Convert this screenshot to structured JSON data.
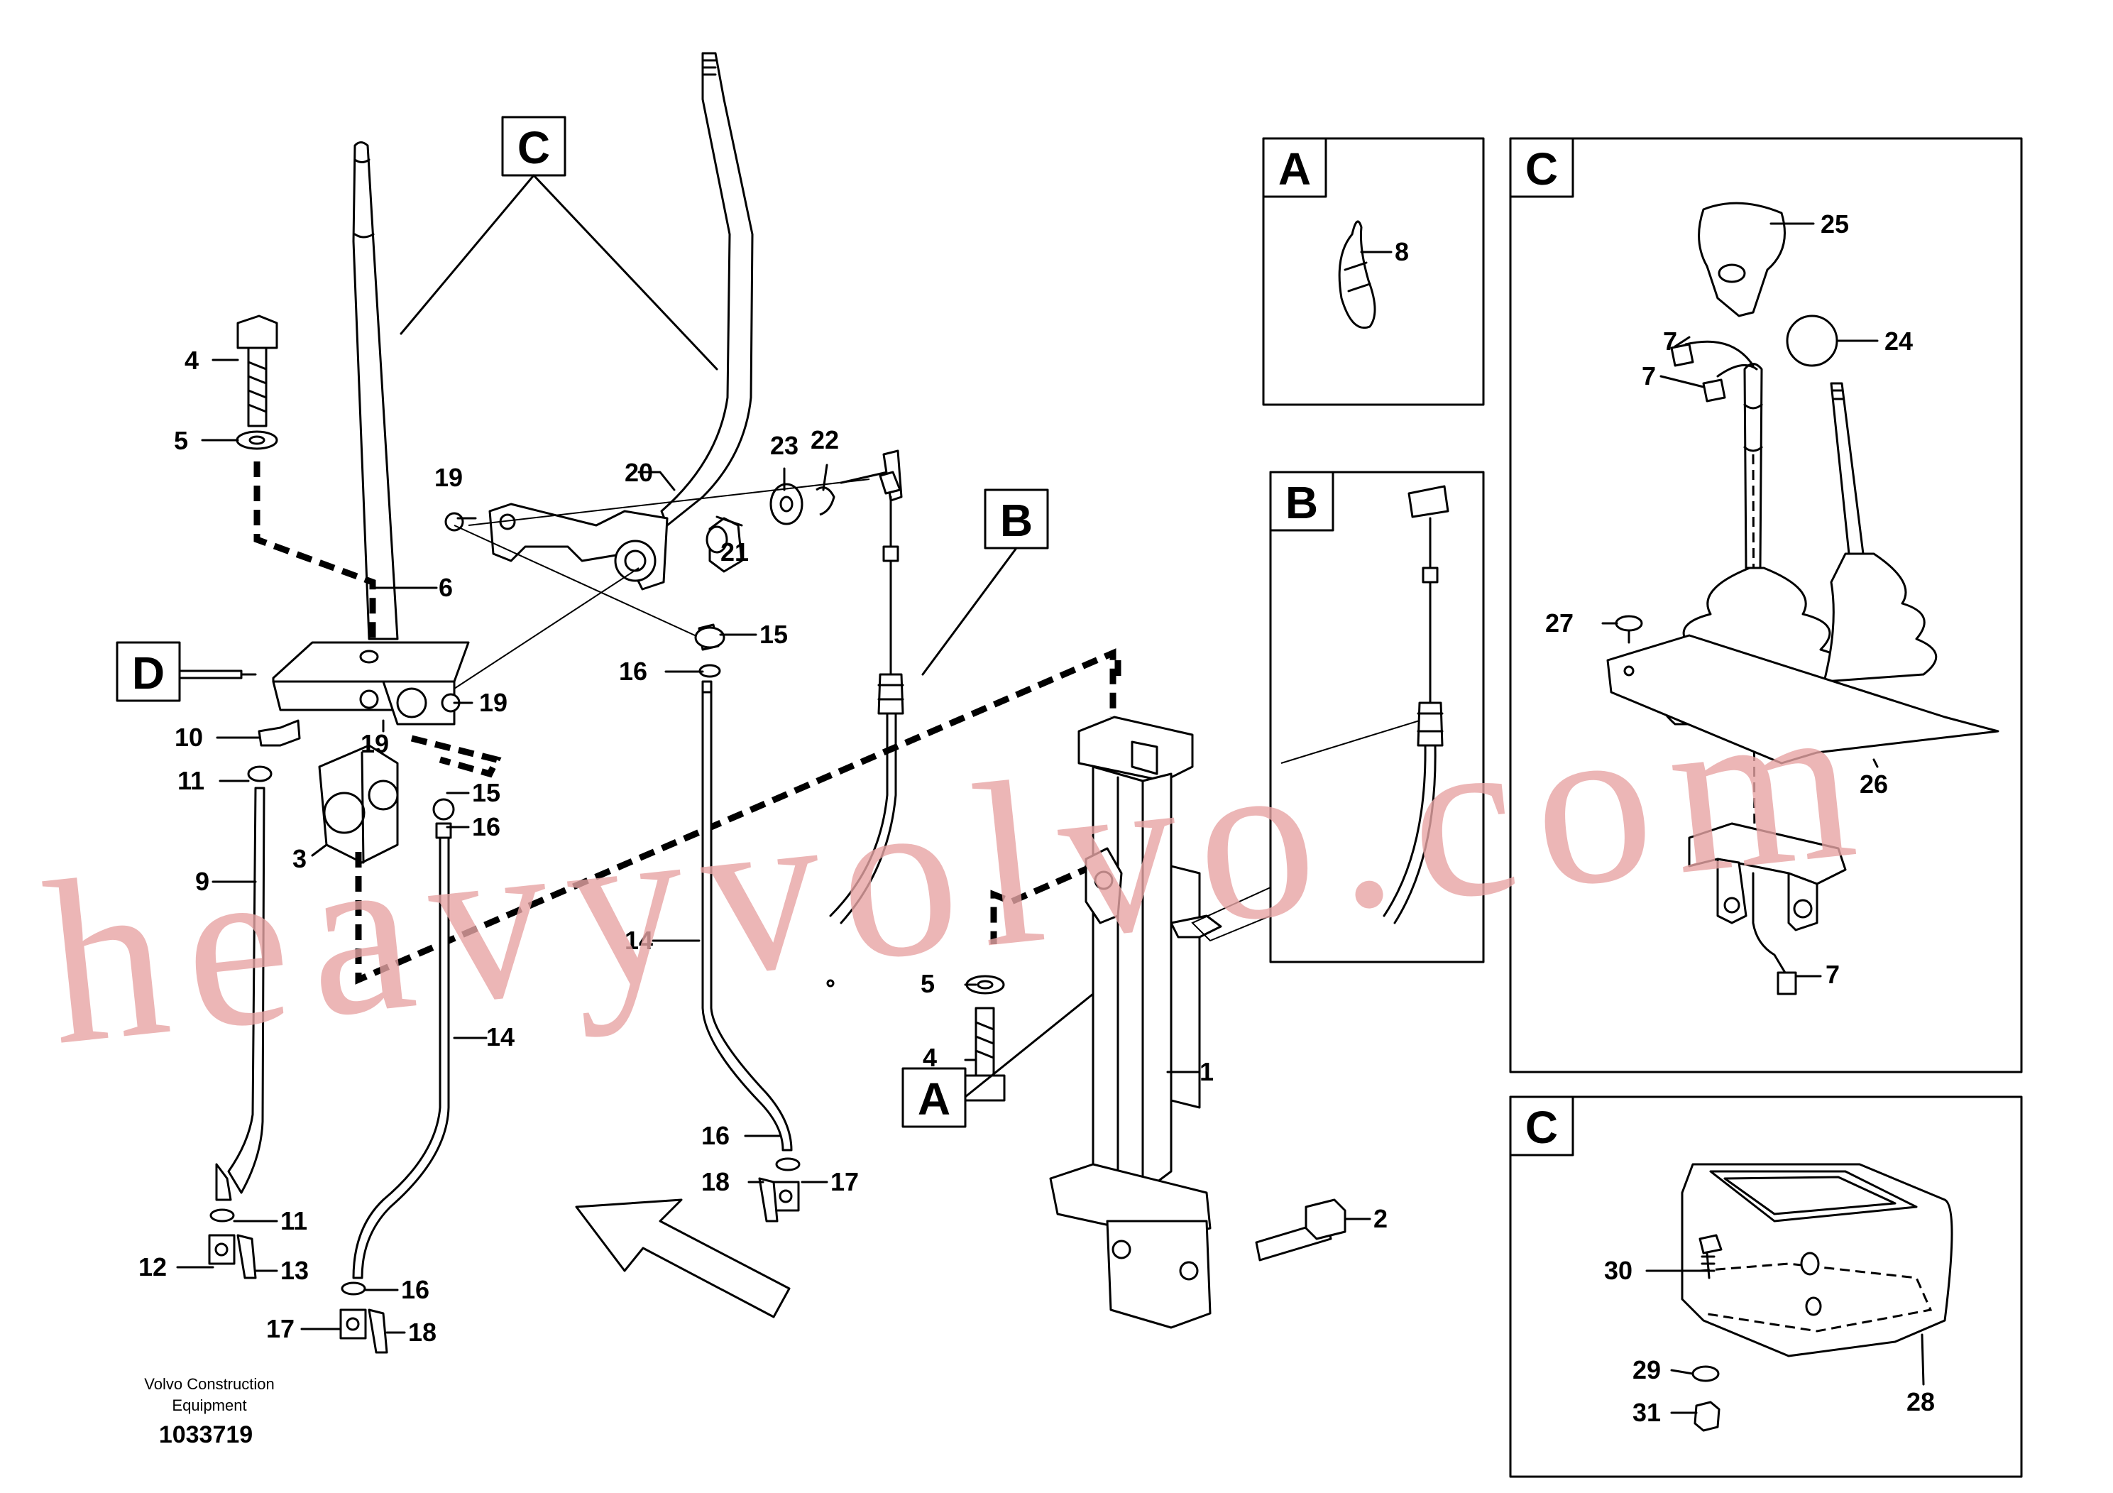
{
  "callouts": {
    "c1": "1",
    "c2": "2",
    "c3": "3",
    "c4a": "4",
    "c4b": "4",
    "c5a": "5",
    "c5b": "5",
    "c6": "6",
    "c7a": "7",
    "c7b": "7",
    "c7c": "7",
    "c8": "8",
    "c9": "9",
    "c10": "10",
    "c11a": "11",
    "c11b": "11",
    "c12": "12",
    "c13": "13",
    "c14a": "14",
    "c14b": "14",
    "c15a": "15",
    "c15b": "15",
    "c16a": "16",
    "c16b": "16",
    "c16c": "16",
    "c16d": "16",
    "c17a": "17",
    "c17b": "17",
    "c18a": "18",
    "c18b": "18",
    "c19a": "19",
    "c19b": "19",
    "c19c": "19",
    "c20": "20",
    "c21": "21",
    "c22": "22",
    "c23": "23",
    "c24": "24",
    "c25": "25",
    "c26": "26",
    "c27": "27",
    "c28": "28",
    "c29": "29",
    "c30": "30",
    "c31": "31"
  },
  "detail_labels": {
    "main_c": "C",
    "main_d": "D",
    "main_b": "B",
    "main_a": "A",
    "box_a": "A",
    "box_b": "B",
    "box_c1": "C",
    "box_c2": "C"
  },
  "caption": {
    "line1": "Volvo Construction",
    "line2": "Equipment",
    "number": "1033719"
  },
  "watermark": "heavyvolvo.com"
}
